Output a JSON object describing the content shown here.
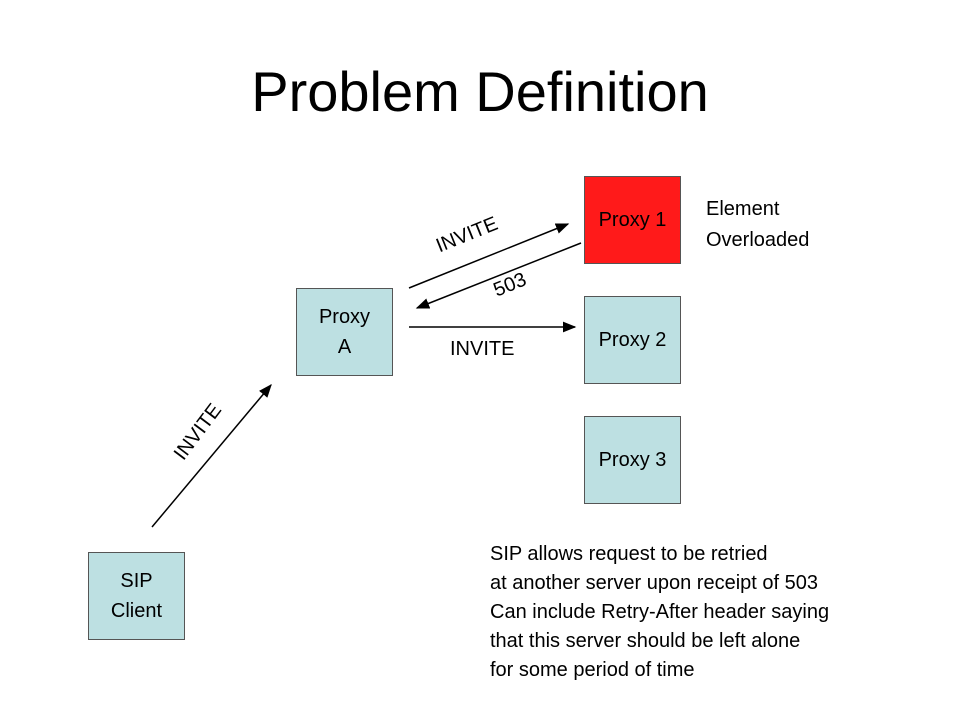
{
  "title": "Problem Definition",
  "nodes": {
    "proxy_a": [
      "Proxy",
      "A"
    ],
    "proxy_1": [
      "Proxy 1"
    ],
    "proxy_2": [
      "Proxy 2"
    ],
    "proxy_3": [
      "Proxy 3"
    ],
    "sip_client": [
      "SIP",
      "Client"
    ]
  },
  "edge_labels": {
    "client_to_a": "INVITE",
    "a_to_proxy1": "INVITE",
    "proxy1_to_a": "503",
    "a_to_proxy2": "INVITE"
  },
  "status_note": [
    "Element",
    "Overloaded"
  ],
  "explanation": [
    "SIP allows request to be retried",
    "at another server upon receipt of 503",
    "Can include Retry-After header saying",
    "that this server should be left alone",
    "for some period of time"
  ],
  "colors": {
    "node_fill": "#bde0e2",
    "overloaded_fill": "#ff1a1a"
  }
}
